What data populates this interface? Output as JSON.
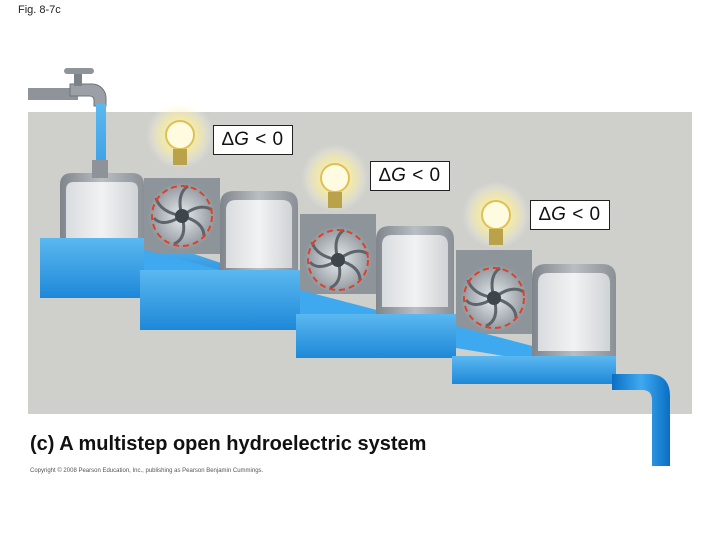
{
  "figure": {
    "label": "Fig. 8-7c",
    "caption": "(c) A multistep open hydroelectric system",
    "copyright": "Copyright © 2008 Pearson Education, Inc., publishing as Pearson Benjamin Cummings."
  },
  "energy_labels": [
    {
      "delta": "∆",
      "symbol": "G",
      "relation": "< 0"
    },
    {
      "delta": "∆",
      "symbol": "G",
      "relation": "< 0"
    },
    {
      "delta": "∆",
      "symbol": "G",
      "relation": "< 0"
    }
  ],
  "colors": {
    "background": "#ffffff",
    "panel": "#cfcfcb",
    "water": "#2f9fe6",
    "water_light": "#8fd0fa",
    "tank": "#9ea3a9",
    "turbine_arrow": "#e0402a",
    "bulb": "#fff3b0"
  }
}
